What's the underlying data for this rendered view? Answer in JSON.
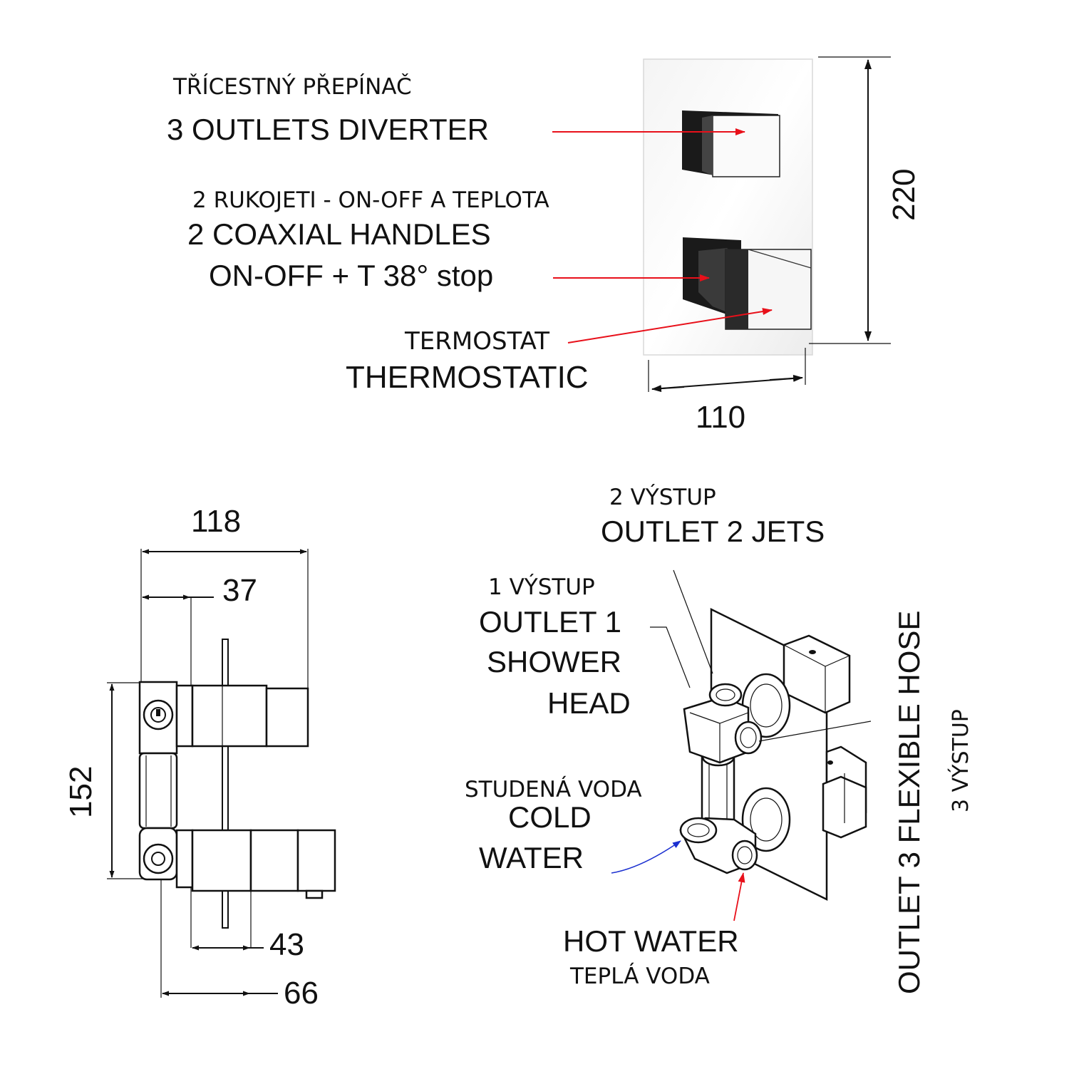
{
  "colors": {
    "pointer_red": "#e8101a",
    "pointer_blue": "#1a2fd0",
    "line": "#111111"
  },
  "front_view": {
    "diverter_cz": "TŘÍCESTNÝ PŘEPÍNAČ",
    "diverter_en": "3 OUTLETS DIVERTER",
    "handles_cz": "2 RUKOJETI - ON-OFF A TEPLOTA",
    "handles_en_line1": "2 COAXIAL HANDLES",
    "handles_en_line2": "ON-OFF + T 38° stop",
    "thermo_cz": "TERMOSTAT",
    "thermo_en": "THERMOSTATIC",
    "dim_height": "220",
    "dim_width": "110"
  },
  "side_view": {
    "dim_118": "118",
    "dim_37": "37",
    "dim_152": "152",
    "dim_43": "43",
    "dim_66": "66"
  },
  "iso_view": {
    "outlet2_cz": "2 VÝSTUP",
    "outlet2_en": "OUTLET 2 JETS",
    "outlet1_cz": "1 VÝSTUP",
    "outlet1_en_line1": "OUTLET 1",
    "outlet1_en_line2": "SHOWER",
    "outlet1_en_line3": "HEAD",
    "cold_cz": "STUDENÁ VODA",
    "cold_en_line1": "COLD",
    "cold_en_line2": "WATER",
    "hot_en": "HOT WATER",
    "hot_cz": "TEPLÁ VODA",
    "outlet3_en": "OUTLET 3 FLEXIBLE HOSE",
    "outlet3_cz": "3 VÝSTUP"
  }
}
